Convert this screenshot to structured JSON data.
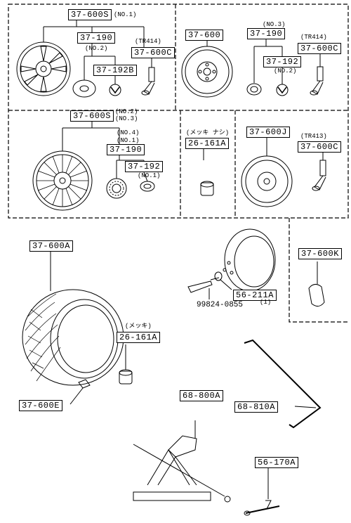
{
  "parts": {
    "p1": {
      "code": "37-600S",
      "note": "(NO.1)"
    },
    "p2": {
      "code": "37-190",
      "note": "(NO.2)"
    },
    "p3": {
      "code": "37-192B"
    },
    "p4": {
      "code": "37-600C",
      "note": "(TR414)"
    },
    "p5": {
      "code": "37-600"
    },
    "p6": {
      "code": "37-190",
      "note": "(NO.3)"
    },
    "p7": {
      "code": "37-192",
      "note": "(NO.2)"
    },
    "p8": {
      "code": "37-600C",
      "note": "(TR414)"
    },
    "p9": {
      "code": "37-600S",
      "note": "(NO.2)",
      "note2": "(NO.3)"
    },
    "p10": {
      "code": "37-190",
      "note": "(NO.4)",
      "note2": "(NO.1)"
    },
    "p11": {
      "code": "37-192",
      "note": "(NO.1)"
    },
    "p12": {
      "code": "26-161A",
      "note": "(メッキ ナシ)"
    },
    "p13": {
      "code": "37-600J"
    },
    "p14": {
      "code": "37-600C",
      "note": "(TR413)"
    },
    "p15": {
      "code": "37-600A"
    },
    "p16": {
      "code": "37-600K"
    },
    "p17": {
      "code": "56-211A"
    },
    "p18": {
      "code": "99824-0855",
      "note": "(1)"
    },
    "p19": {
      "code": "26-161A",
      "note": "(メッキ)"
    },
    "p20": {
      "code": "37-600E"
    },
    "p21": {
      "code": "68-800A"
    },
    "p22": {
      "code": "68-810A"
    },
    "p23": {
      "code": "56-170A"
    }
  }
}
